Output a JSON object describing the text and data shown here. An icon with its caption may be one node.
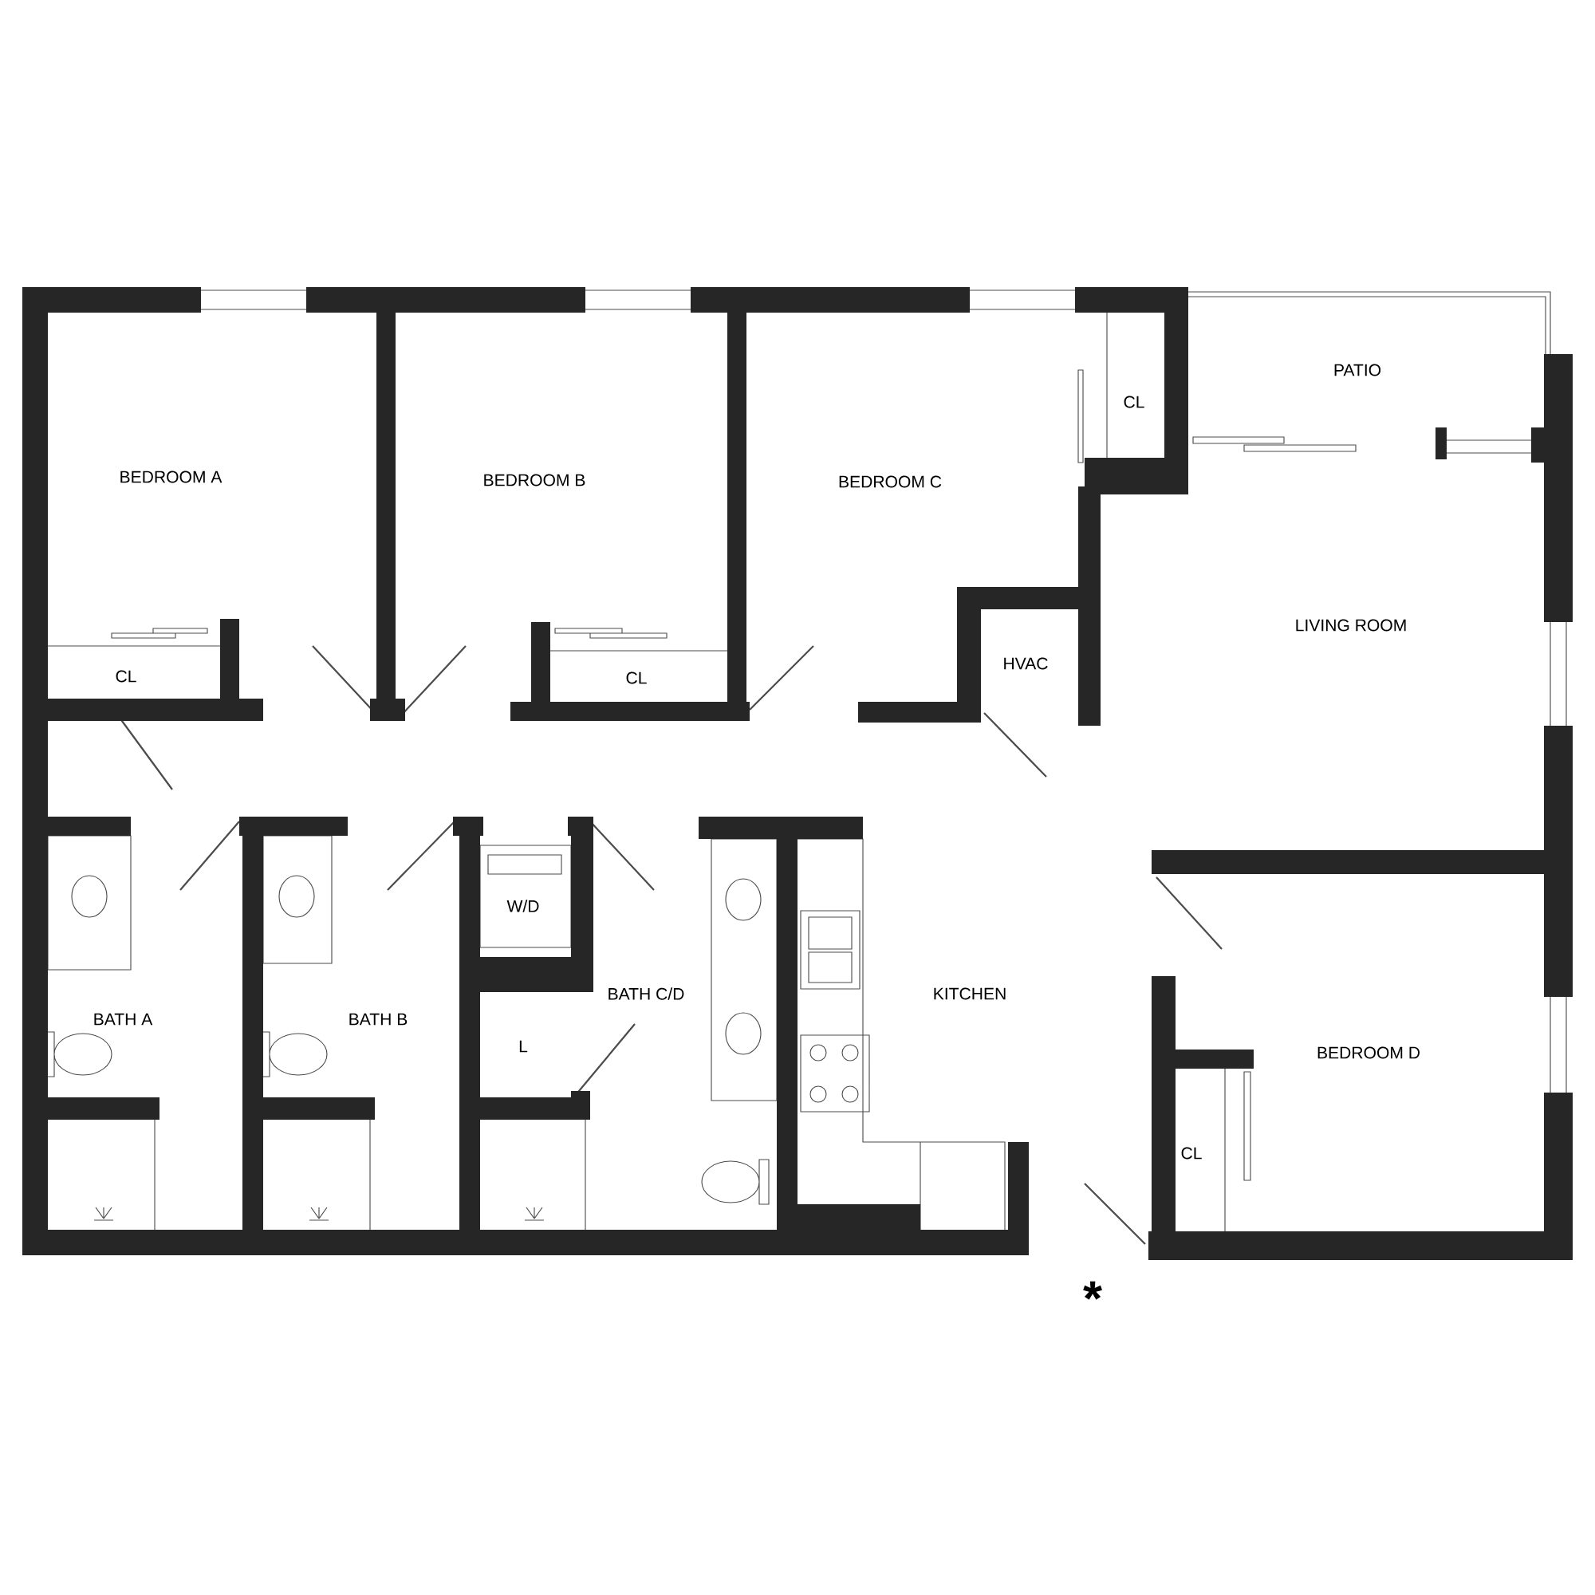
{
  "diagram": {
    "labels": [
      "CL",
      "PATIO",
      "BEDROOM A",
      "BEDROOM B",
      "BEDROOM C",
      "LIVING ROOM",
      "HVAC",
      "CL",
      "CL",
      "W/D",
      "BATH C/D",
      "KITCHEN",
      "BATH A",
      "BATH B",
      "L",
      "BEDROOM D",
      "CL",
      "*"
    ]
  }
}
